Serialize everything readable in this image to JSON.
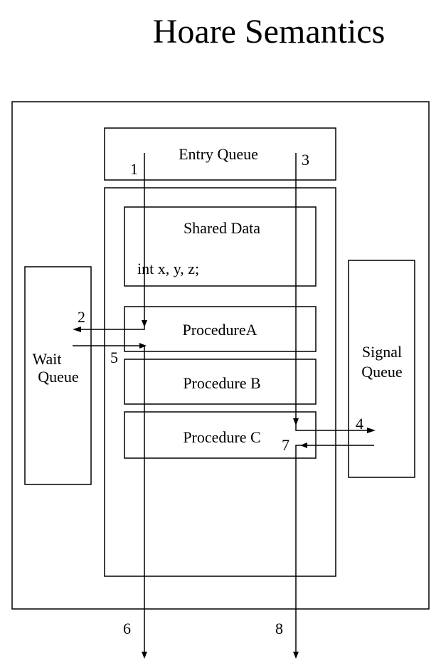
{
  "title": "Hoare Semantics",
  "entry_queue": "Entry Queue",
  "shared_data": {
    "label": "Shared Data",
    "code": "int x, y, z;"
  },
  "procedures": {
    "a": "ProcedureA",
    "b": "Procedure B",
    "c": "Procedure C"
  },
  "wait_queue": {
    "line1": "Wait",
    "line2": "Queue"
  },
  "signal_queue": {
    "line1": "Signal",
    "line2": "Queue"
  },
  "steps": {
    "s1": "1",
    "s2": "2",
    "s3": "3",
    "s4": "4",
    "s5": "5",
    "s6": "6",
    "s7": "7",
    "s8": "8"
  }
}
